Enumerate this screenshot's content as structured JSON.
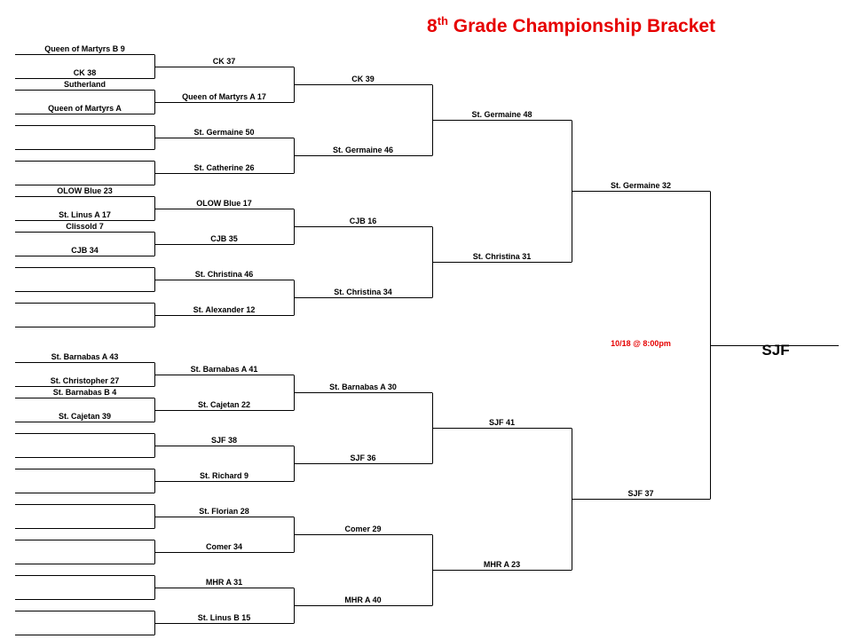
{
  "title": {
    "ordinal": "8",
    "suffix": "th",
    "rest": " Grade Championship Bracket"
  },
  "game_time": "10/18 @ 8:00pm",
  "champion": "SJF",
  "round0": [
    "Queen of Martyrs B  9",
    "CK  38",
    "Sutherland",
    "Queen of Martyrs A",
    "",
    "",
    "",
    "",
    "OLOW Blue  23",
    "St. Linus A  17",
    "Clissold  7",
    "CJB  34",
    "",
    "",
    "",
    "",
    "St. Barnabas A  43",
    "St. Christopher  27",
    "St. Barnabas B  4",
    "St. Cajetan  39",
    "",
    "",
    "",
    "",
    "",
    "",
    "",
    "",
    "",
    "",
    "",
    ""
  ],
  "round1": [
    "CK      37",
    "Queen of Martyrs A    17",
    "St. Germaine  50",
    "St. Catherine  26",
    "OLOW Blue    17",
    "CJB      35",
    "St. Christina  46",
    "St. Alexander  12",
    "St. Barnabas A  41",
    "St. Cajetan  22",
    "SJF  38",
    "St. Richard  9",
    "St. Florian  28",
    "Comer  34",
    "MHR A  31",
    "St. Linus B  15"
  ],
  "round2": [
    "CK      39",
    "St. Germaine      46",
    "CJB  16",
    "St. Christina  34",
    "St. Barnabas A  30",
    "SJF  36",
    "Comer  29",
    "MHR A  40"
  ],
  "round3": [
    "St. Germaine  48",
    "St. Christina  31",
    "SJF  41",
    "MHR A  23"
  ],
  "round4": [
    "St. Germaine  32",
    "SJF  37"
  ]
}
